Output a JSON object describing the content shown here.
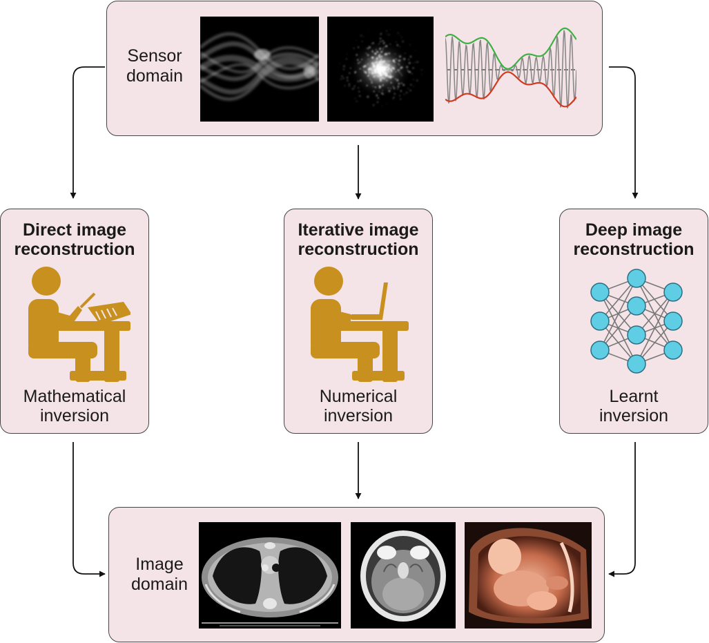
{
  "sensor_domain": {
    "label_line1": "Sensor",
    "label_line2": "domain"
  },
  "image_domain": {
    "label_line1": "Image",
    "label_line2": "domain"
  },
  "methods": [
    {
      "title_line1": "Direct image",
      "title_line2": "reconstruction",
      "subtitle_line1": "Mathematical",
      "subtitle_line2": "inversion",
      "icon": "person-writing-icon"
    },
    {
      "title_line1": "Iterative image",
      "title_line2": "reconstruction",
      "subtitle_line1": "Numerical",
      "subtitle_line2": "inversion",
      "icon": "person-laptop-icon"
    },
    {
      "title_line1": "Deep image",
      "title_line2": "reconstruction",
      "subtitle_line1": "Learnt",
      "subtitle_line2": "inversion",
      "icon": "neural-network-icon"
    }
  ],
  "colors": {
    "box_fill": "#f5e4e7",
    "person": "#c8901e",
    "node": "#5fcde4",
    "envelope_upper": "#3cb043",
    "envelope_lower": "#d23a20"
  }
}
